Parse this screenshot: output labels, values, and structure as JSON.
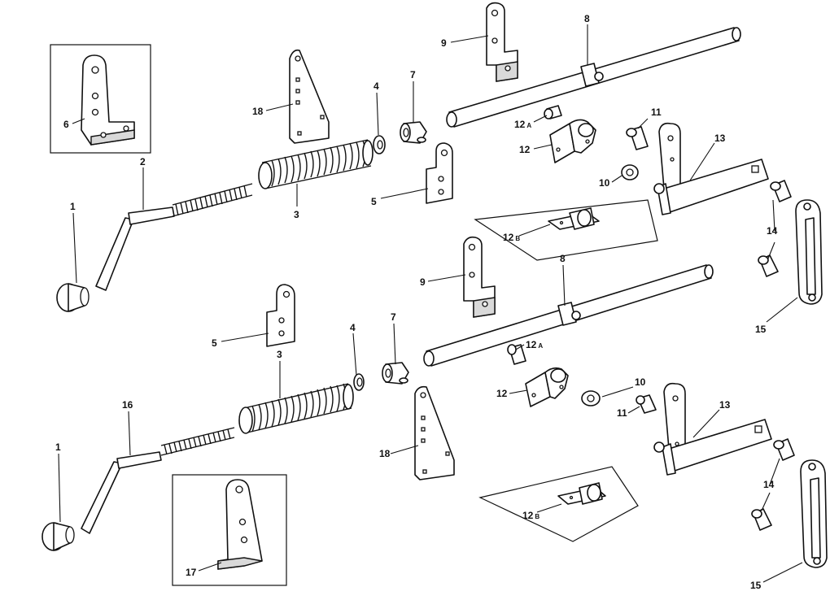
{
  "callouts": {
    "c1a": "1",
    "c1b": "1",
    "c2": "2",
    "c3a": "3",
    "c3b": "3",
    "c4a": "4",
    "c4b": "4",
    "c5a": "5",
    "c5b": "5",
    "c6": "6",
    "c7a": "7",
    "c7b": "7",
    "c8a": "8",
    "c8b": "8",
    "c9a": "9",
    "c9b": "9",
    "c10a": "10",
    "c10b": "10",
    "c11a": "11",
    "c11b": "11",
    "c12a": "12",
    "c12b": "12",
    "c12Aa": "12",
    "c12Ab": "12",
    "sub_A1": "A",
    "sub_A2": "A",
    "c12Ba": "12",
    "c12Bb": "12",
    "sub_B1": "B",
    "sub_B2": "B",
    "c13a": "13",
    "c13b": "13",
    "c14a": "14",
    "c14b": "14",
    "c15a": "15",
    "c15b": "15",
    "c16": "16",
    "c17": "17",
    "c18a": "18",
    "c18b": "18"
  }
}
